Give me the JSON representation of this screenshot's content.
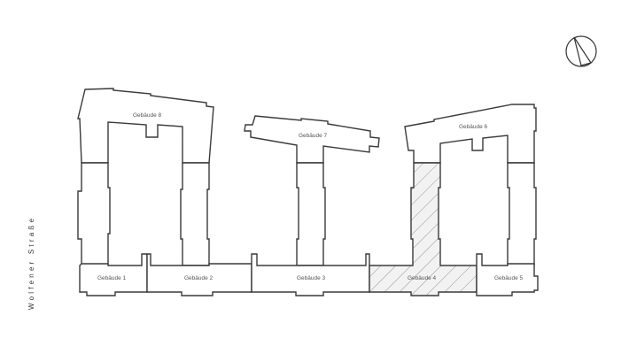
{
  "plan": {
    "street_label": "Wolfener Straße",
    "buildings": [
      {
        "id": "1",
        "label": "Gebäude 1",
        "highlighted": false
      },
      {
        "id": "2",
        "label": "Gebäude 2",
        "highlighted": false
      },
      {
        "id": "3",
        "label": "Gebäude 3",
        "highlighted": false
      },
      {
        "id": "4",
        "label": "Gebäude 4",
        "highlighted": true
      },
      {
        "id": "5",
        "label": "Gebäude 5",
        "highlighted": false
      },
      {
        "id": "6",
        "label": "Gebäude 6",
        "highlighted": false
      },
      {
        "id": "7",
        "label": "Gebäude 7",
        "highlighted": false
      },
      {
        "id": "8",
        "label": "Gebäude 8",
        "highlighted": false
      }
    ],
    "north_arrow": {
      "icon": "north-arrow-icon"
    },
    "colors": {
      "line": "#3a3a3a",
      "label": "#555555",
      "hatch": "#9a9a9a",
      "background": "#ffffff"
    }
  }
}
